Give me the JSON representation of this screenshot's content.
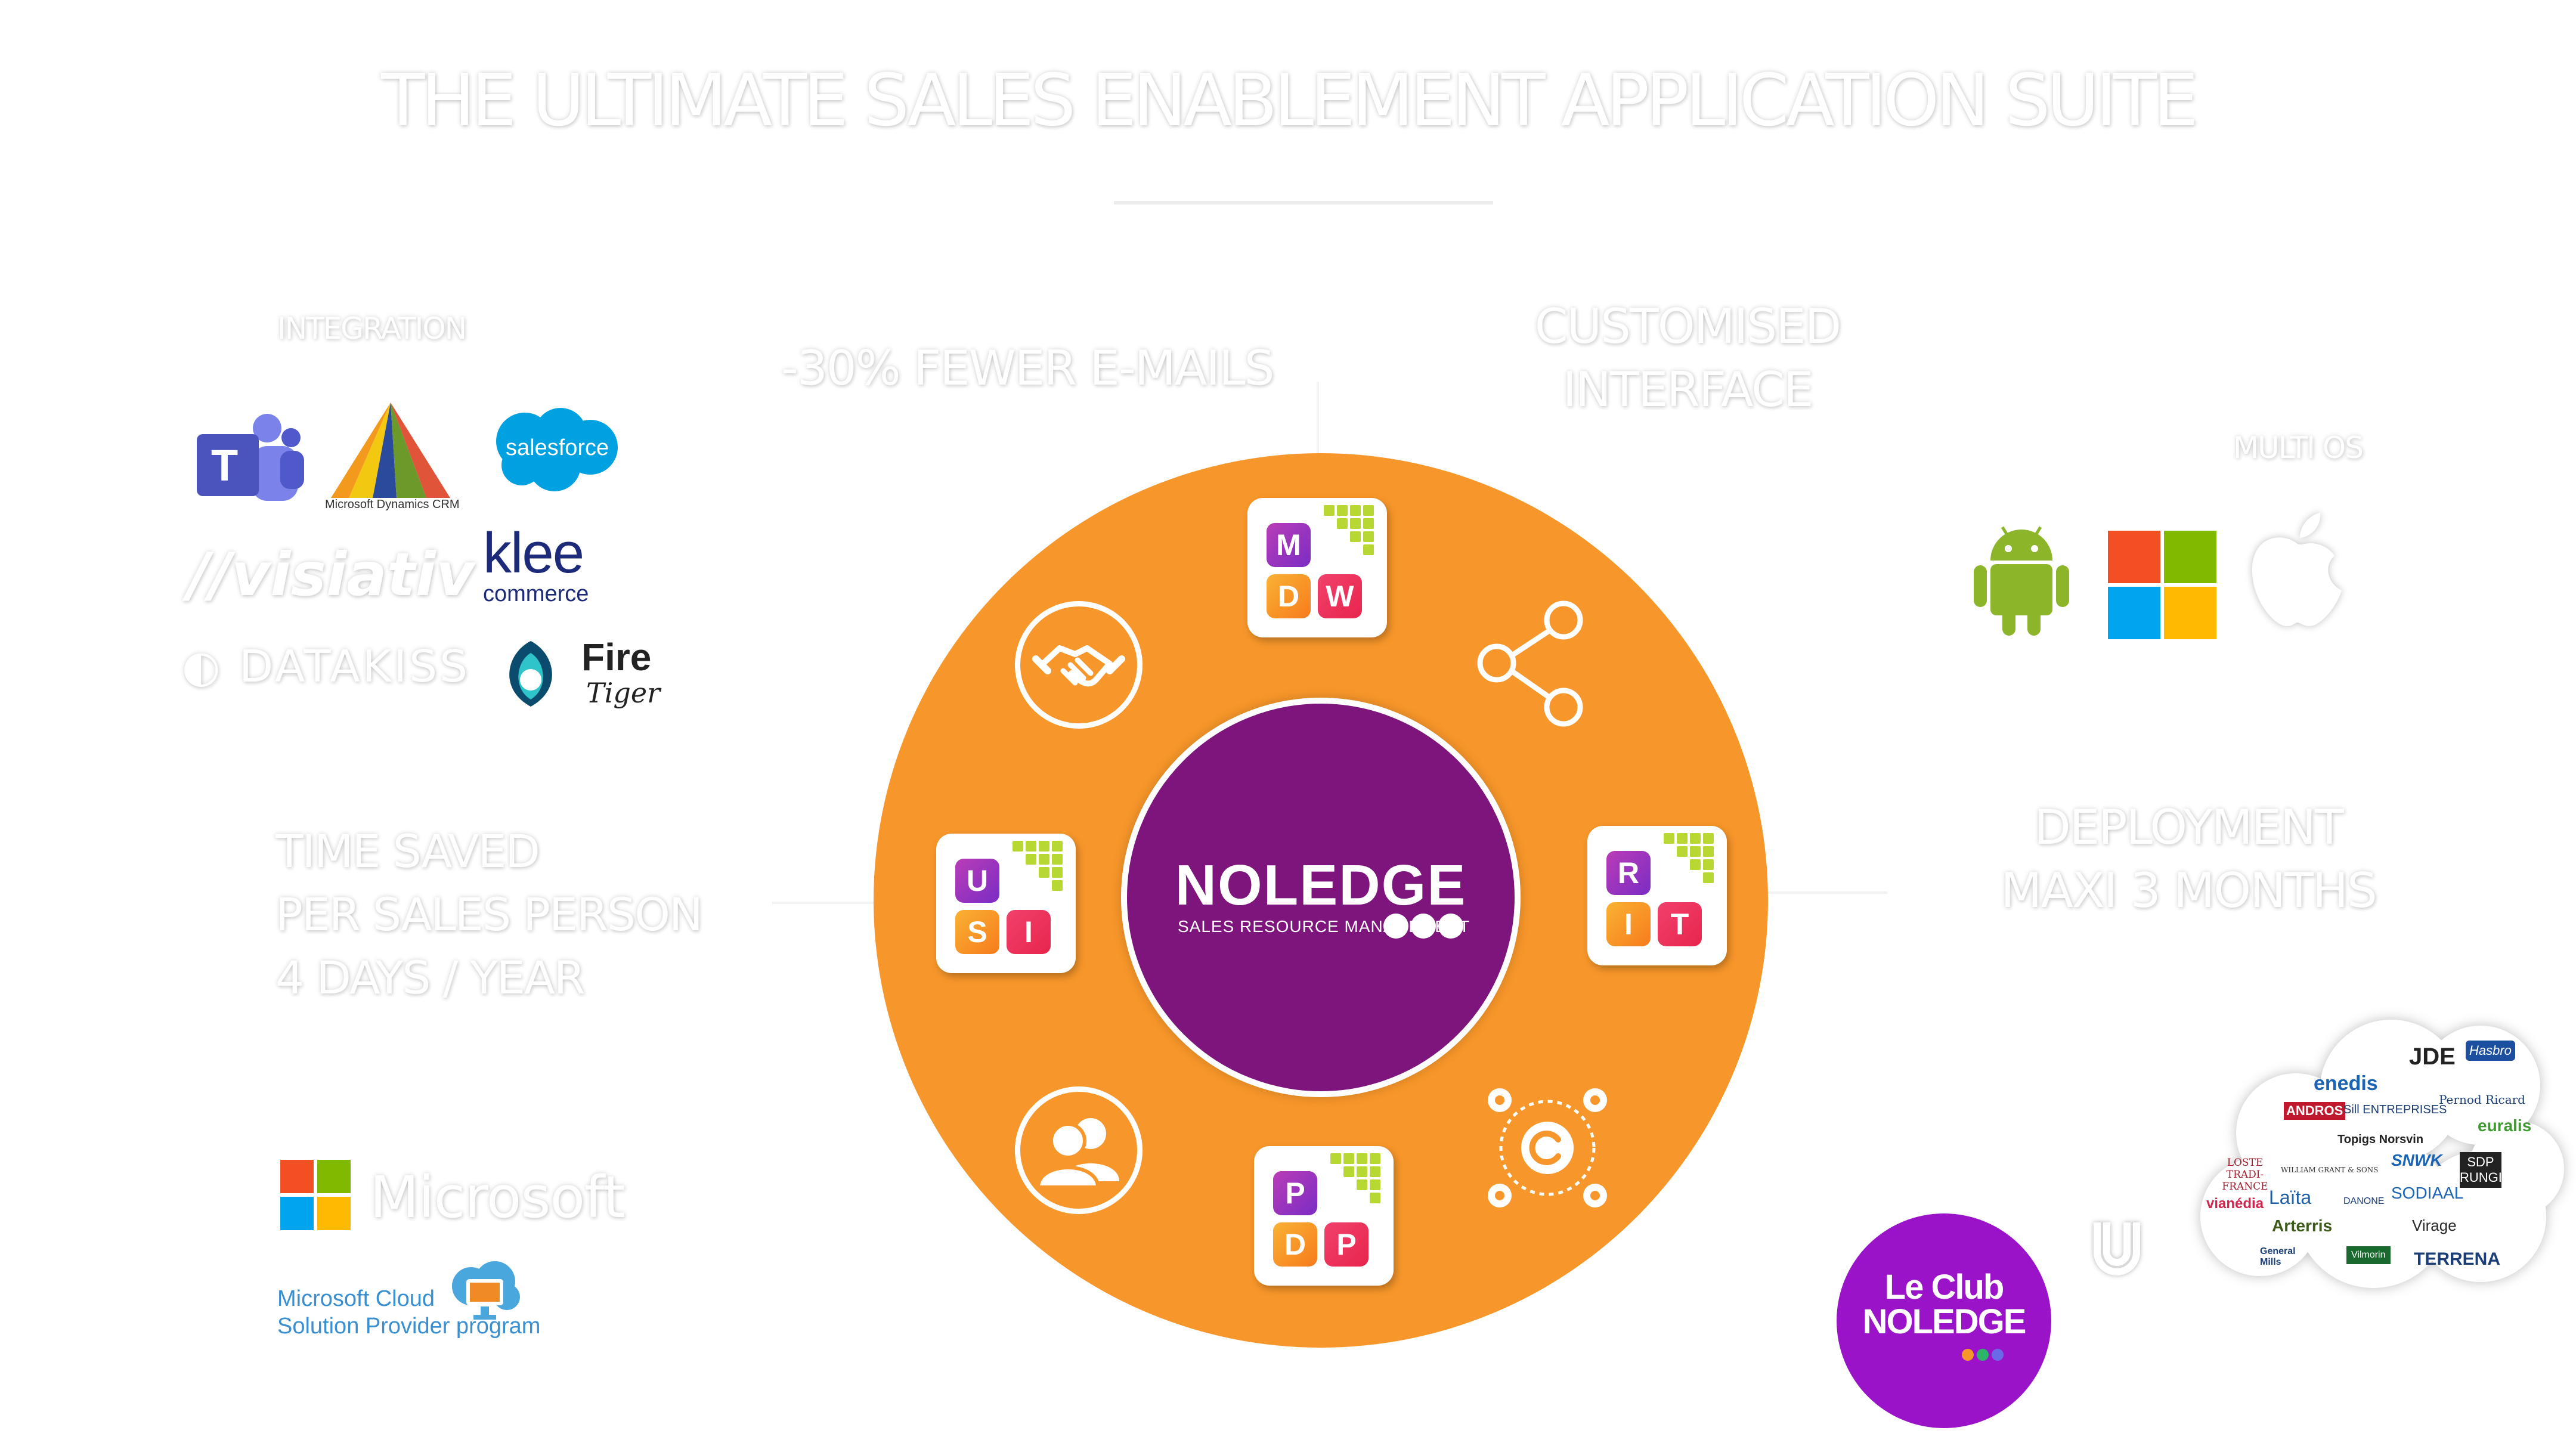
{
  "header": {
    "title": "THE ULTIMATE SALES ENABLEMENT APPLICATION SUITE"
  },
  "labels": {
    "integration": "INTEGRATION",
    "fewer_emails": "-30% FEWER E-MAILS",
    "customised_1": "CUSTOMISED",
    "customised_2": "INTERFACE",
    "multi_os": "MULTI OS",
    "time_saved_1": "TIME SAVED",
    "time_saved_2": "PER SALES PERSON",
    "time_saved_3": "4 DAYS / YEAR",
    "deployment_1": "DEPLOYMENT",
    "deployment_2": "MAXI 3 MONTHS"
  },
  "integration_logos": {
    "teams": "T",
    "dynamics": "Microsoft Dynamics CRM",
    "salesforce": "salesforce",
    "visiativ": "visiativ",
    "klee_1": "klee",
    "klee_2": "commerce",
    "datakiss": "DATAKISS",
    "firetiger_1": "Fire",
    "firetiger_2": "Tiger"
  },
  "core": {
    "name": "NOLEDGE",
    "subtitle": "SALES RESOURCE MANAGEMENT"
  },
  "tiles": {
    "mdw": {
      "a": "M",
      "b": "D",
      "c": "W"
    },
    "rit": {
      "a": "R",
      "b": "I",
      "c": "T"
    },
    "usi": {
      "a": "U",
      "b": "S",
      "c": "I"
    },
    "pdp": {
      "a": "P",
      "b": "D",
      "c": "P"
    }
  },
  "microsoft": {
    "wordmark": "Microsoft",
    "cloud_1": "Microsoft Cloud",
    "cloud_2": "Solution Provider program"
  },
  "club": {
    "line1": "Le Club",
    "line2": "NOLEDGE"
  },
  "clients": [
    "JDE",
    "Hasbro",
    "enedis",
    "Pernod Ricard",
    "ANDROS",
    "Sill ENTREPRISES",
    "euralis",
    "Topigs Norsvin",
    "LOSTE TRADI-FRANCE",
    "WILLIAM GRANT & SONS",
    "SNWK",
    "SDP RUNGIS",
    "vianédia",
    "Laïta",
    "DANONE",
    "SODIAAL",
    "Arterris",
    "Virage",
    "General Mills",
    "Vilmorin",
    "TERRENA"
  ],
  "colors": {
    "orange": "#f7962a",
    "purple": "#7d157d",
    "club_purple": "#9b13c8",
    "tile_green": "#b7d733"
  }
}
